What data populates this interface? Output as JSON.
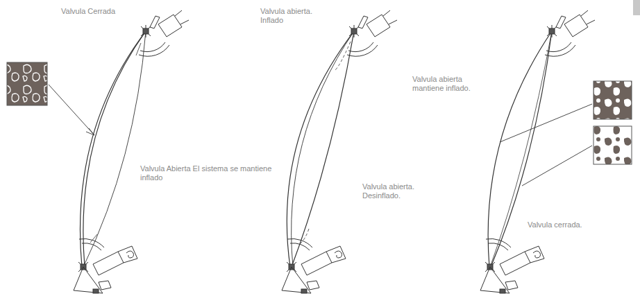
{
  "diagram": {
    "labels": [
      "Valvula Cerrada",
      "Valvula Abierta El sistema se mantiene inflado",
      "Valvula abierta. Inflado",
      "Valvula abierta mantiene inflado.",
      "Valvula abierta. Desinflado.",
      "Valvula cerrada."
    ]
  }
}
